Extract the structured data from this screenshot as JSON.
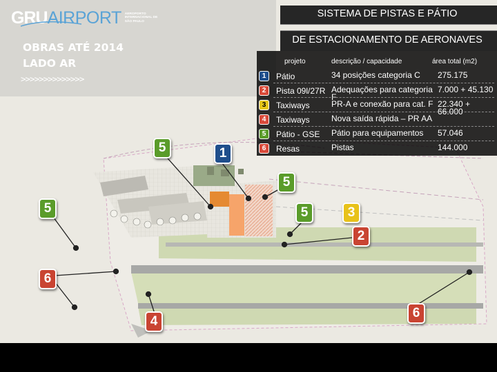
{
  "logo": {
    "brand_bold": "GRU",
    "brand_light": "AIRPORT",
    "sub": "AEROPORTO INTERNACIONAL DE SÃO PAULO"
  },
  "page_title": "OBRAS ATÉ 2014 LADO AR",
  "arrows": ">>>>>>>>>>>>>>",
  "header": {
    "line1": "SISTEMA DE PISTAS E PÁTIO",
    "line2": "DE ESTACIONAMENTO DE AERONAVES"
  },
  "table": {
    "columns": {
      "project": "projeto",
      "description": "descrição / capacidade",
      "area": "área total (m2)"
    },
    "rows": [
      {
        "num": "1",
        "color": "#1f4e8c",
        "project": "Pátio",
        "description": "34 posições categoria C",
        "area": "275.175"
      },
      {
        "num": "2",
        "color": "#d94a3a",
        "project": "Pista 09l/27R",
        "description": "Adequações para categoria F",
        "area": "7.000 + 45.130"
      },
      {
        "num": "3",
        "color": "#e6c619",
        "project": "Taxiways",
        "description": "PR-A e conexão para cat. F",
        "area": "22.340 + 66.000"
      },
      {
        "num": "4",
        "color": "#d94a3a",
        "project": "Taxiways",
        "description": "Nova saída rápida – PR AA",
        "area": ""
      },
      {
        "num": "5",
        "color": "#5a9c2a",
        "project": "Pátio - GSE",
        "description": "Pátio para equipamentos",
        "area": "57.046"
      },
      {
        "num": "6",
        "color": "#d94a3a",
        "project": "Resas",
        "description": "Pistas",
        "area": "144.000"
      }
    ]
  },
  "markers": [
    {
      "label": "5",
      "color": "green"
    },
    {
      "label": "1",
      "color": "blue"
    },
    {
      "label": "5",
      "color": "green"
    },
    {
      "label": "5",
      "color": "green"
    },
    {
      "label": "5",
      "color": "green"
    },
    {
      "label": "3",
      "color": "yellow"
    },
    {
      "label": "2",
      "color": "red"
    },
    {
      "label": "6",
      "color": "red"
    },
    {
      "label": "4",
      "color": "red"
    },
    {
      "label": "6",
      "color": "red"
    }
  ]
}
